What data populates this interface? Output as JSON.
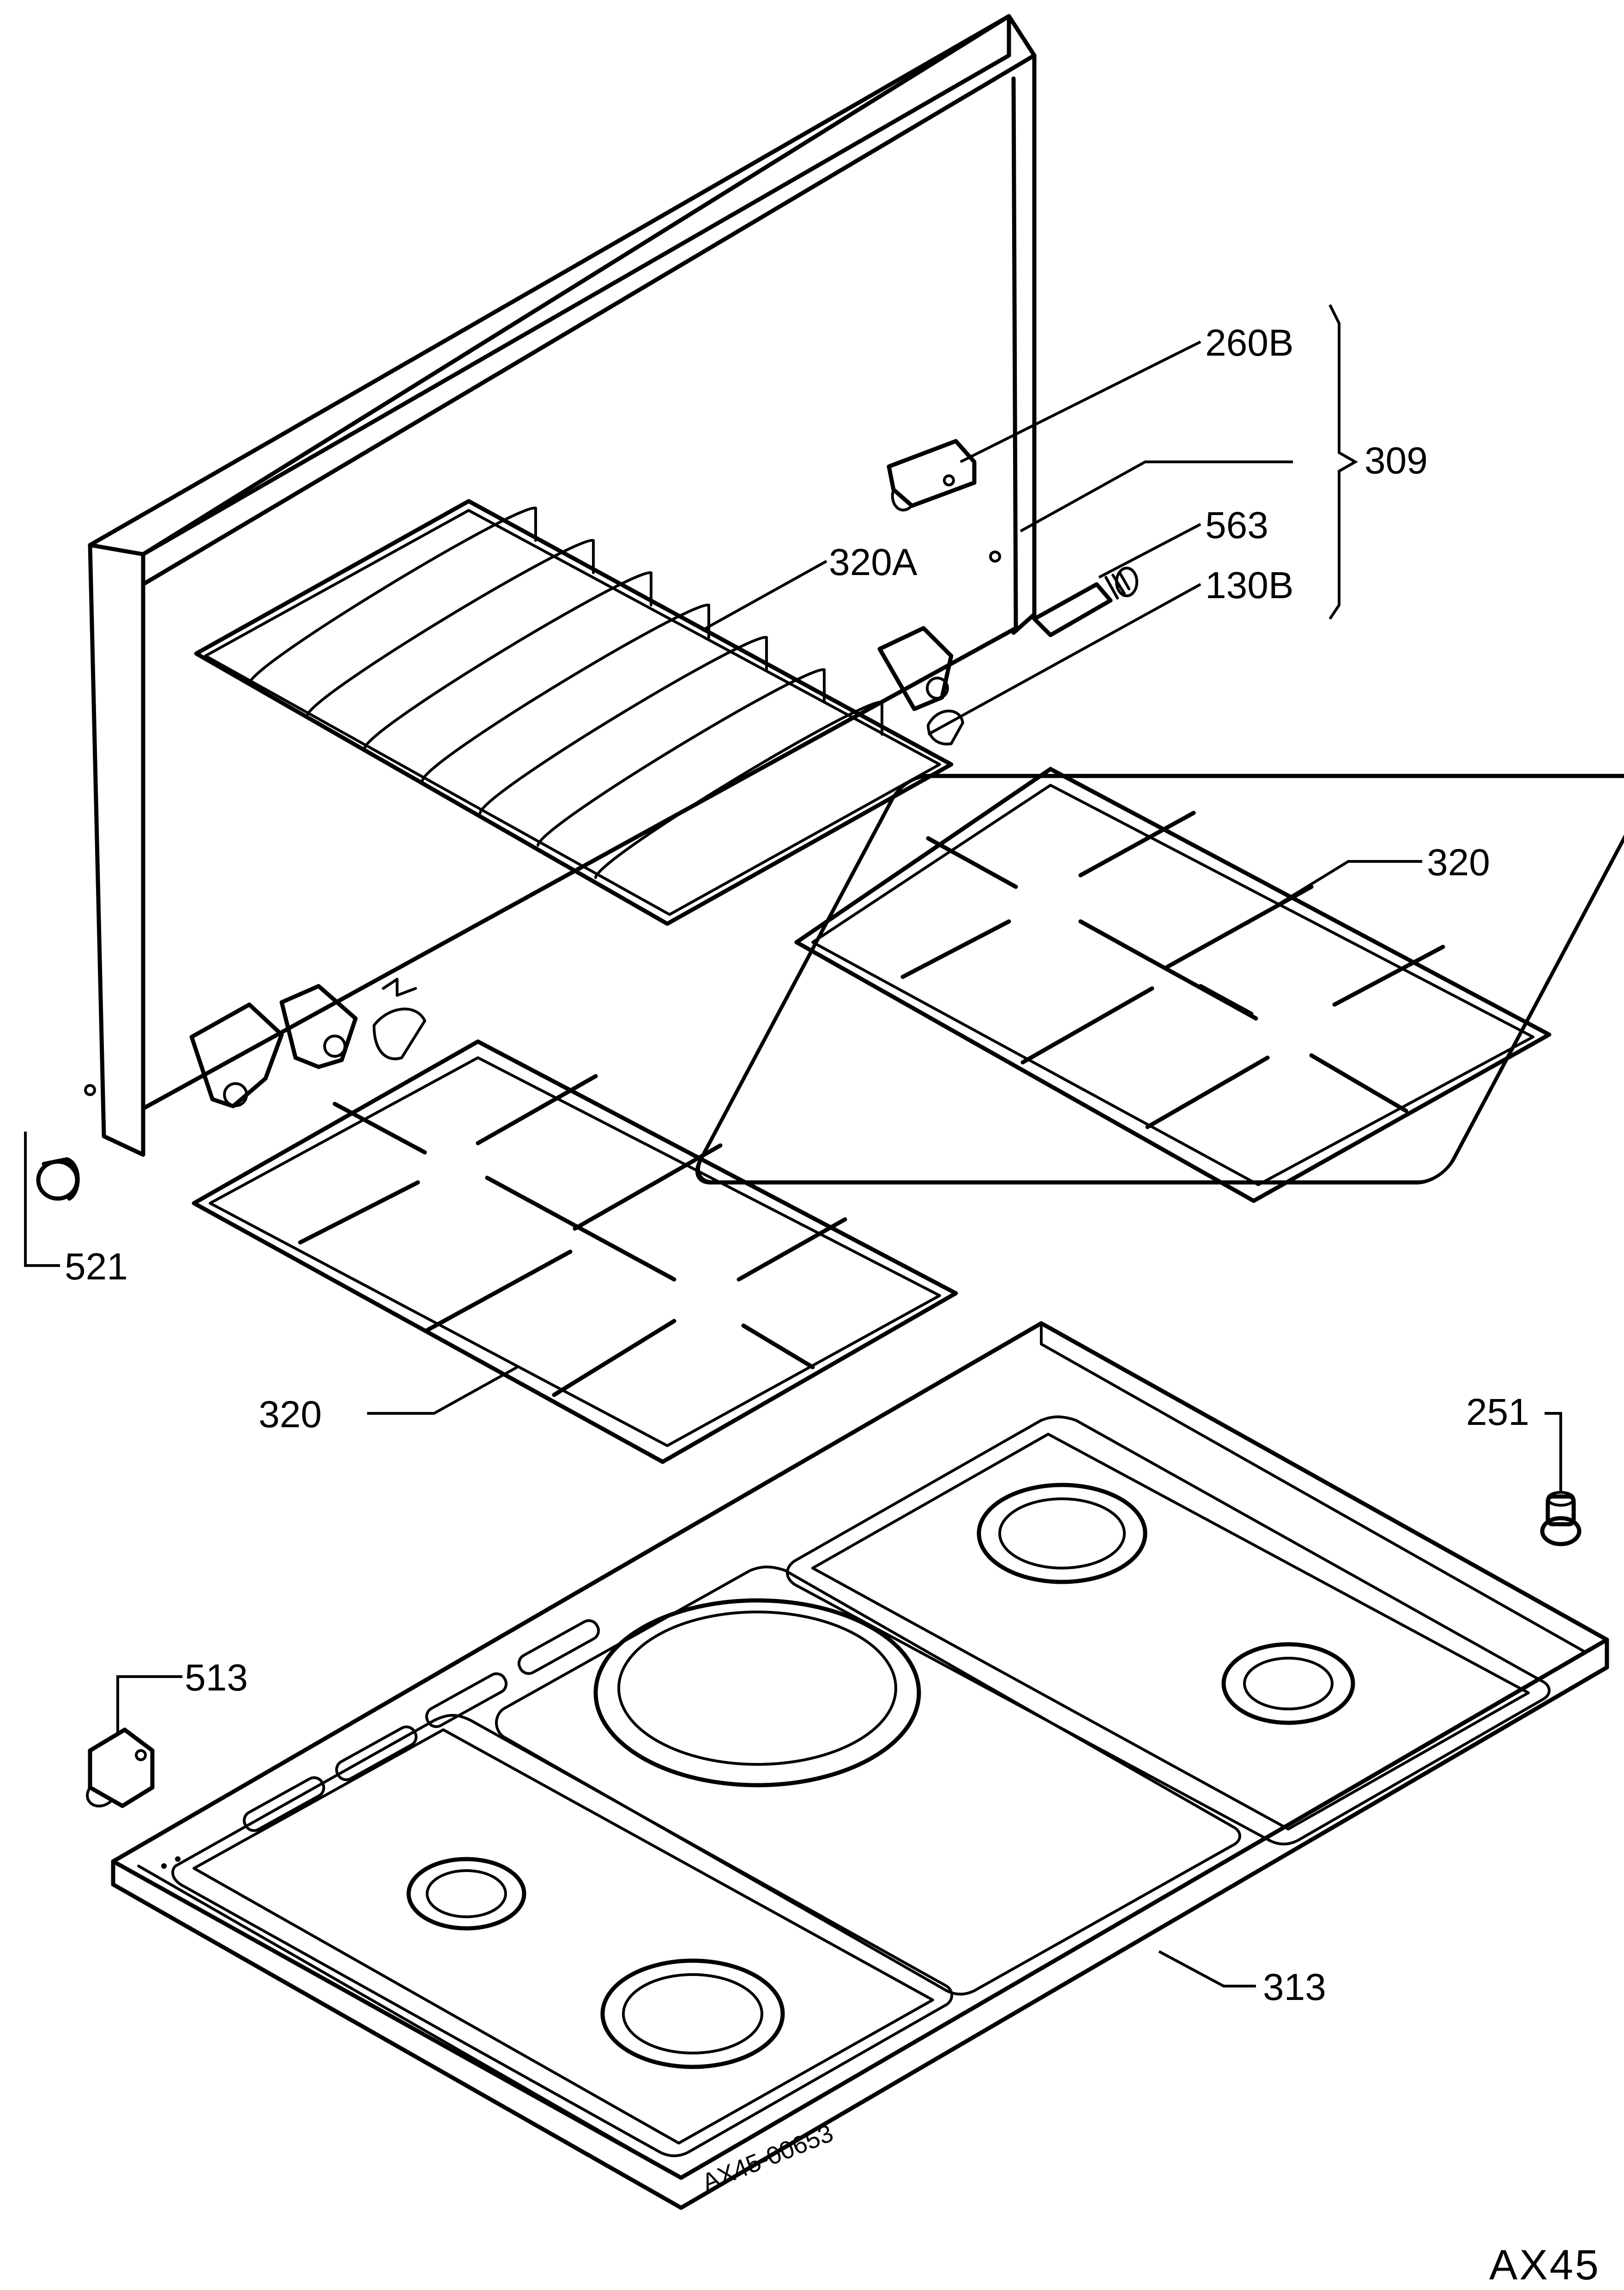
{
  "labels": {
    "l260b": "260B",
    "l309": "309",
    "l563": "563",
    "l130b": "130B",
    "l320a": "320A",
    "l320_right": "320",
    "l320_left": "320",
    "l521": "521",
    "l251": "251",
    "l513": "513",
    "l313": "313"
  },
  "drawing_ref": "AX45-00653",
  "corner_code": "AX45"
}
